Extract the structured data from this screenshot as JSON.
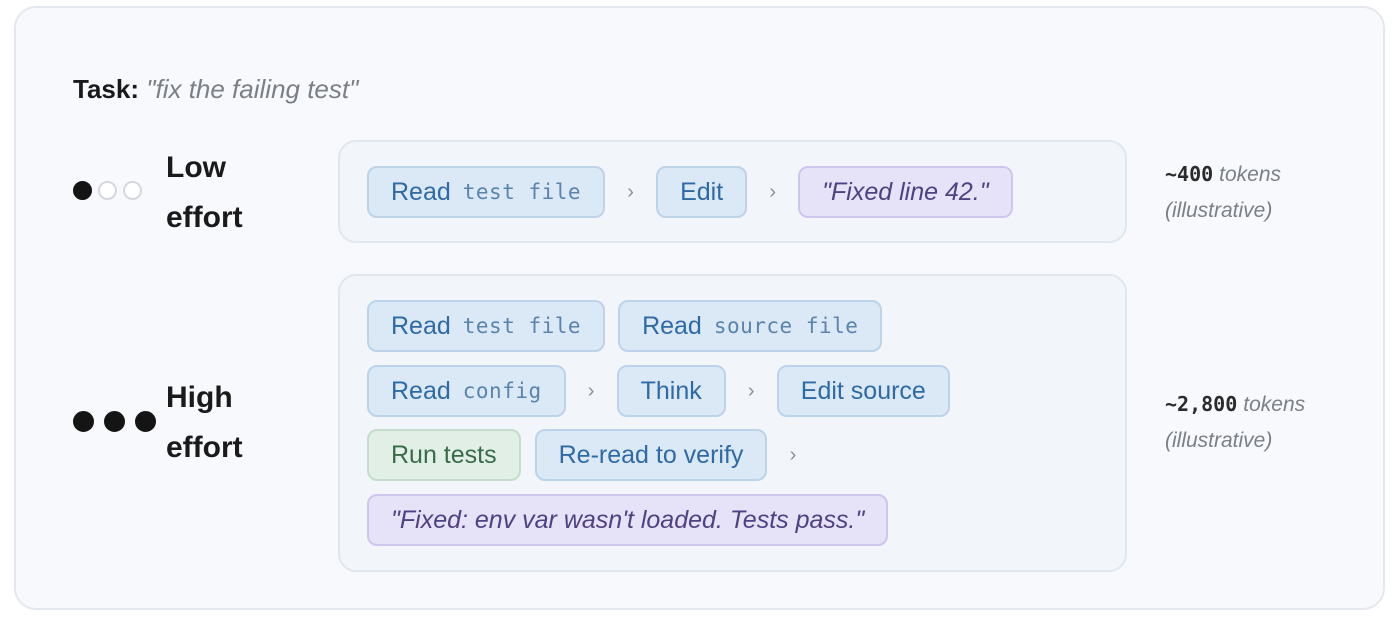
{
  "task": {
    "label": "Task:",
    "text": "\"fix the failing test\""
  },
  "low": {
    "label_line1": "Low",
    "label_line2": "effort",
    "dots": [
      true,
      false,
      false
    ],
    "steps": [
      {
        "verb": "Read",
        "arg": "test file"
      },
      {
        "verb": "Edit"
      },
      {
        "text": "\"Fixed line 42.\""
      }
    ],
    "separator": "›",
    "tokens": {
      "value": "~400",
      "unit": "tokens",
      "note": "(illustrative)"
    }
  },
  "high": {
    "label_line1": "High",
    "label_line2": "effort",
    "dots": [
      true,
      true,
      true
    ],
    "rows": [
      [
        {
          "verb": "Read",
          "arg": "test file"
        },
        {
          "verb": "Read",
          "arg": "source file"
        }
      ],
      [
        {
          "verb": "Read",
          "arg": "config"
        },
        {
          "verb": "Think"
        },
        {
          "verb": "Edit source"
        }
      ],
      [
        {
          "verb": "Run tests"
        },
        {
          "verb": "Re-read to verify"
        }
      ],
      [
        {
          "text": "\"Fixed: env var wasn't loaded. Tests pass.\""
        }
      ]
    ],
    "separator": "›",
    "tokens": {
      "value": "~2,800",
      "unit": "tokens",
      "note": "(illustrative)"
    }
  },
  "colors": {
    "step_blue": "#dbe8f5",
    "step_green": "#e1efe6",
    "result_purple": "#e6e2f7"
  }
}
